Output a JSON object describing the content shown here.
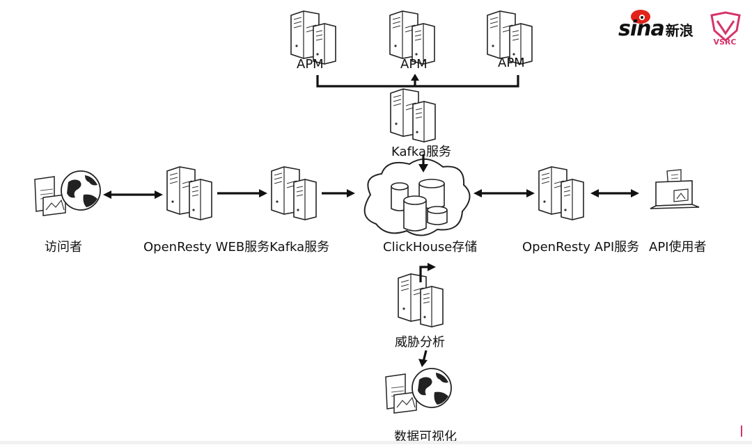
{
  "nodes": {
    "apm_1": "APM",
    "apm_2": "APM",
    "apm_3": "APM",
    "kafka_top": "Kafka服务",
    "visitor": "访问者",
    "openresty_web": "OpenResty WEB服务Kafka服务",
    "clickhouse": "ClickHouse存储",
    "openresty_api": "OpenResty API服务",
    "api_user": "API使用者",
    "threat_analysis": "威胁分析",
    "visualization": "数据可视化"
  },
  "logos": {
    "sina_word": "sina",
    "sina_cn": "新浪",
    "vsrc": "VSRC",
    "vsrc_color": "#d6336c"
  }
}
